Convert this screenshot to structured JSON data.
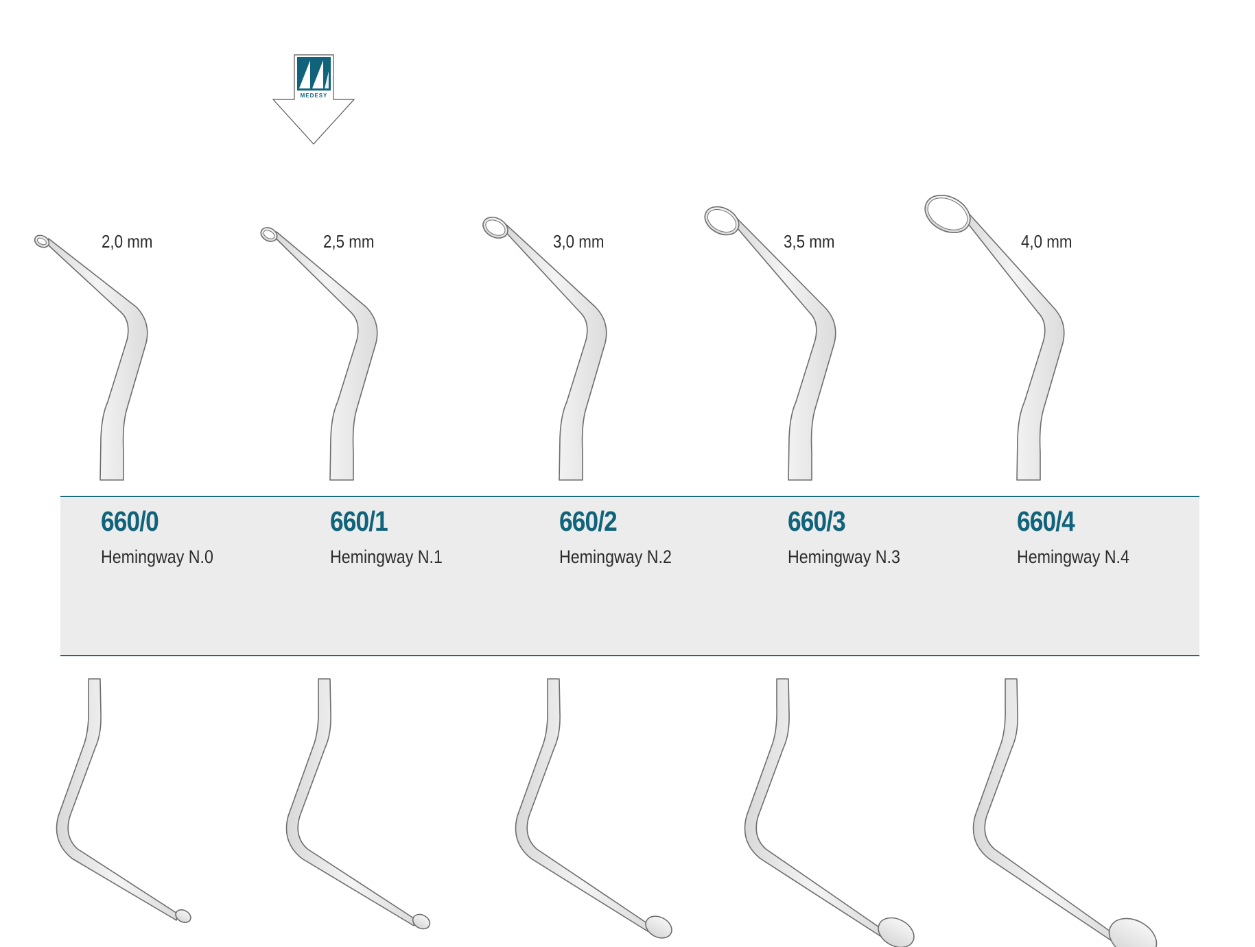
{
  "brand": {
    "logo_text": "MEDESY",
    "color": "#10637a",
    "icon": "medesy-logo-arrow-icon"
  },
  "colors": {
    "accent": "#10637a",
    "band_background": "#ececec",
    "band_border": "#1a6a82",
    "instrument_outline": "#6d6d6d"
  },
  "instruments": [
    {
      "code": "660/0",
      "model": "Hemingway N.0",
      "size": "2,0 mm"
    },
    {
      "code": "660/1",
      "model": "Hemingway N.1",
      "size": "2,5 mm"
    },
    {
      "code": "660/2",
      "model": "Hemingway N.2",
      "size": "3,0 mm"
    },
    {
      "code": "660/3",
      "model": "Hemingway N.3",
      "size": "3,5 mm"
    },
    {
      "code": "660/4",
      "model": "Hemingway N.4",
      "size": "4,0 mm"
    }
  ]
}
